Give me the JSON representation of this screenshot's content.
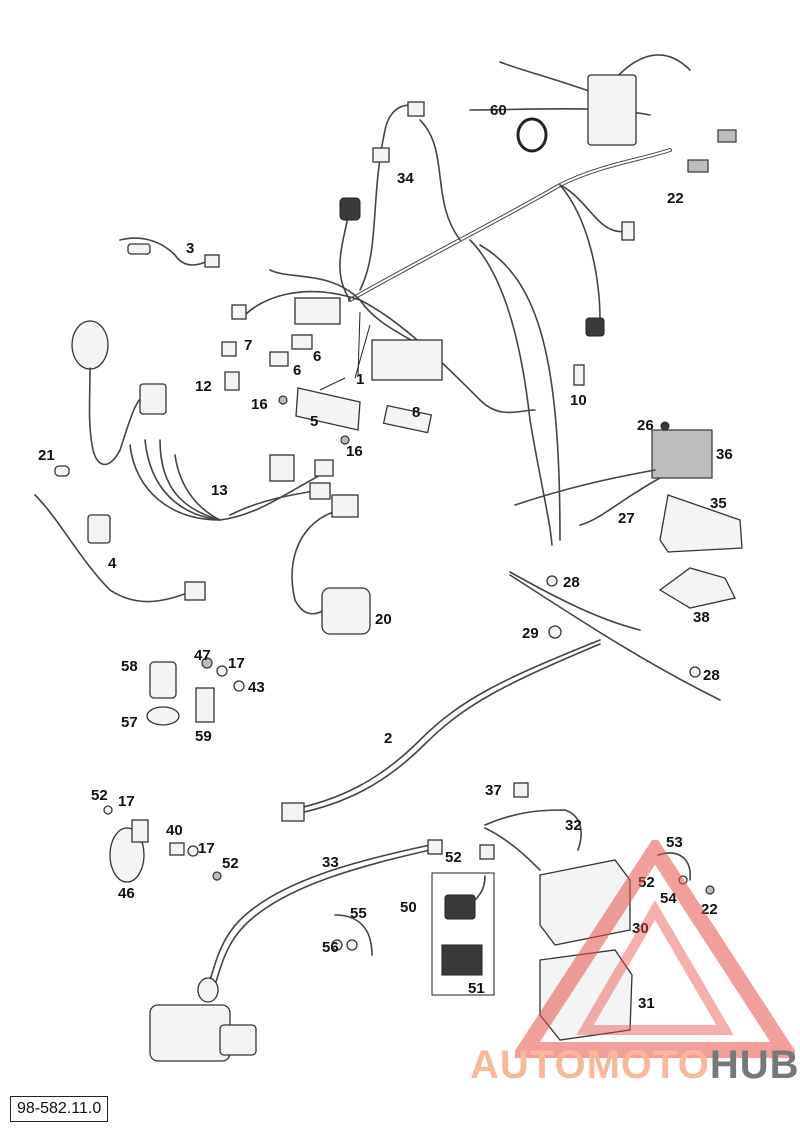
{
  "diagram": {
    "reference_code": "98-582.11.0",
    "callouts": [
      {
        "id": "c1",
        "text": "1"
      },
      {
        "id": "c2",
        "text": "2"
      },
      {
        "id": "c3",
        "text": "3"
      },
      {
        "id": "c4",
        "text": "4"
      },
      {
        "id": "c5",
        "text": "5"
      },
      {
        "id": "c6a",
        "text": "6"
      },
      {
        "id": "c6b",
        "text": "6"
      },
      {
        "id": "c7",
        "text": "7"
      },
      {
        "id": "c8",
        "text": "8"
      },
      {
        "id": "c10",
        "text": "10"
      },
      {
        "id": "c12",
        "text": "12"
      },
      {
        "id": "c13",
        "text": "13"
      },
      {
        "id": "c16a",
        "text": "16"
      },
      {
        "id": "c16b",
        "text": "16"
      },
      {
        "id": "c17a",
        "text": "17"
      },
      {
        "id": "c17b",
        "text": "17"
      },
      {
        "id": "c17c",
        "text": "17"
      },
      {
        "id": "c20",
        "text": "20"
      },
      {
        "id": "c21",
        "text": "21"
      },
      {
        "id": "c22a",
        "text": "22"
      },
      {
        "id": "c22b",
        "text": "22"
      },
      {
        "id": "c26",
        "text": "26"
      },
      {
        "id": "c27",
        "text": "27"
      },
      {
        "id": "c28a",
        "text": "28"
      },
      {
        "id": "c28b",
        "text": "28"
      },
      {
        "id": "c29",
        "text": "29"
      },
      {
        "id": "c30",
        "text": "30"
      },
      {
        "id": "c31",
        "text": "31"
      },
      {
        "id": "c32",
        "text": "32"
      },
      {
        "id": "c33",
        "text": "33"
      },
      {
        "id": "c34",
        "text": "34"
      },
      {
        "id": "c35",
        "text": "35"
      },
      {
        "id": "c36",
        "text": "36"
      },
      {
        "id": "c37",
        "text": "37"
      },
      {
        "id": "c38",
        "text": "38"
      },
      {
        "id": "c40",
        "text": "40"
      },
      {
        "id": "c43",
        "text": "43"
      },
      {
        "id": "c46",
        "text": "46"
      },
      {
        "id": "c47",
        "text": "47"
      },
      {
        "id": "c50",
        "text": "50"
      },
      {
        "id": "c51",
        "text": "51"
      },
      {
        "id": "c52a",
        "text": "52"
      },
      {
        "id": "c52b",
        "text": "52"
      },
      {
        "id": "c52c",
        "text": "52"
      },
      {
        "id": "c52d",
        "text": "52"
      },
      {
        "id": "c53",
        "text": "53"
      },
      {
        "id": "c54",
        "text": "54"
      },
      {
        "id": "c55",
        "text": "55"
      },
      {
        "id": "c56",
        "text": "56"
      },
      {
        "id": "c57",
        "text": "57"
      },
      {
        "id": "c58",
        "text": "58"
      },
      {
        "id": "c59",
        "text": "59"
      },
      {
        "id": "c60",
        "text": "60"
      }
    ]
  },
  "watermark": {
    "part1": "AUTO",
    "part2": "MOTO",
    "part3": "HUB"
  },
  "colors": {
    "line": "#444444",
    "label": "#111111",
    "watermark_red": "#e8504a",
    "watermark_gray": "#777777"
  }
}
